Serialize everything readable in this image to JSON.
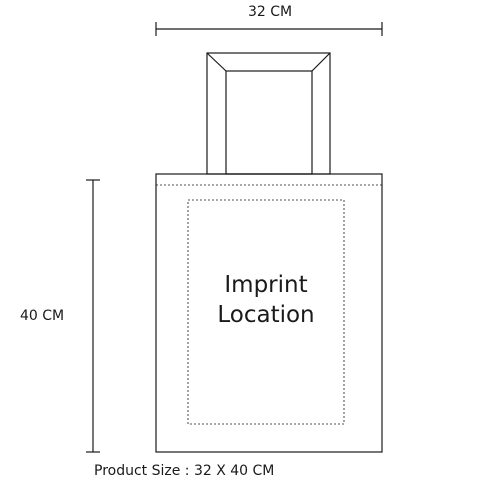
{
  "dimensions": {
    "width_label": "32 CM",
    "height_label": "40 CM"
  },
  "imprint": {
    "line1": "Imprint",
    "line2": "Location"
  },
  "product_size": "Product Size : 32 X 40  CM",
  "colors": {
    "stroke": "#1a1a1a",
    "background": "#ffffff"
  }
}
